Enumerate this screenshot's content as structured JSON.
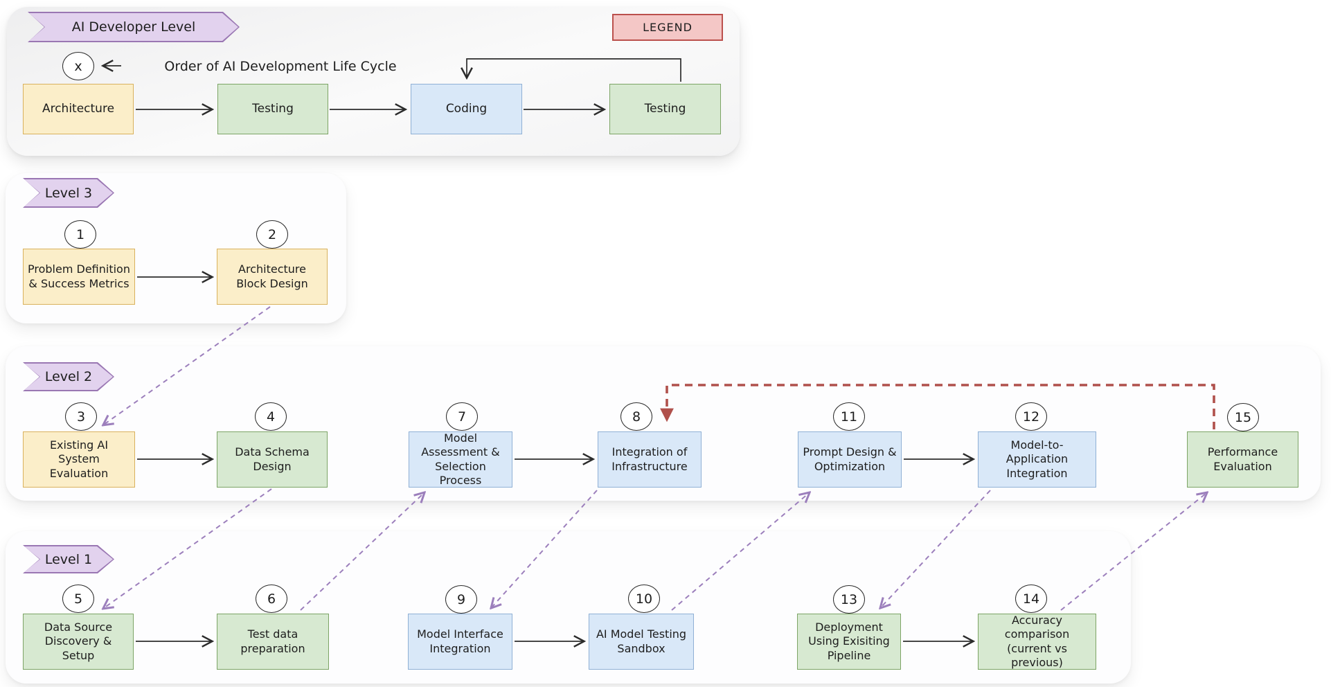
{
  "colors": {
    "yellow_fill": "#fbeec9",
    "yellow_border": "#d9b15c",
    "green_fill": "#d7e9d1",
    "green_border": "#7ca465",
    "blue_fill": "#d9e8f8",
    "blue_border": "#8fb0d5",
    "purple_fill": "#e2d2ee",
    "purple_border": "#9a77b3",
    "red_fill": "#f4c7c6",
    "red_border": "#bb504c",
    "dash_purple": "#9c7fbc",
    "dash_red": "#b0504b",
    "line": "#2b2b2b"
  },
  "header": {
    "banner_label": "AI Developer Level",
    "legend_label": "LEGEND",
    "order_marker": "x",
    "order_note": "Order of AI Development Life Cycle",
    "flow": [
      {
        "label": "Architecture"
      },
      {
        "label": "Testing"
      },
      {
        "label": "Coding"
      },
      {
        "label": "Testing"
      }
    ]
  },
  "levels": [
    {
      "banner": "Level 3",
      "nodes": [
        {
          "num": "1",
          "label": "Problem Definition & Success Metrics"
        },
        {
          "num": "2",
          "label": "Architecture Block Design"
        }
      ]
    },
    {
      "banner": "Level 2",
      "nodes": [
        {
          "num": "3",
          "label": "Existing AI System Evaluation"
        },
        {
          "num": "4",
          "label": "Data Schema Design"
        },
        {
          "num": "7",
          "label": "Model Assessment & Selection Process"
        },
        {
          "num": "8",
          "label": "Integration of Infrastructure"
        },
        {
          "num": "11",
          "label": "Prompt Design & Optimization"
        },
        {
          "num": "12",
          "label": "Model-to-Application Integration"
        },
        {
          "num": "15",
          "label": "Performance Evaluation"
        }
      ]
    },
    {
      "banner": "Level 1",
      "nodes": [
        {
          "num": "5",
          "label": "Data Source Discovery & Setup"
        },
        {
          "num": "6",
          "label": "Test data preparation"
        },
        {
          "num": "9",
          "label": "Model Interface Integration"
        },
        {
          "num": "10",
          "label": "AI Model Testing Sandbox"
        },
        {
          "num": "13",
          "label": "Deployment Using Exisiting Pipeline"
        },
        {
          "num": "14",
          "label": "Accuracy comparison (current vs previous)"
        }
      ]
    }
  ]
}
